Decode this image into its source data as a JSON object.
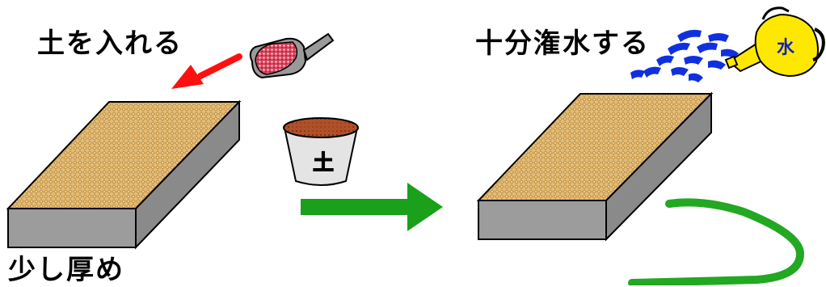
{
  "labels": {
    "add_soil": "土を入れる",
    "water_thoroughly": "十分潅水する",
    "slightly_thick": "少し厚め"
  },
  "bucket": {
    "label": "土"
  },
  "watering_can": {
    "label": "水"
  },
  "colors": {
    "soil_surface": "#d8b070",
    "box_side": "#9a9a9a",
    "arrow_red": "#ff1010",
    "arrow_green": "#1aa01a",
    "hose_green": "#22a822",
    "water_blue": "#1030e0",
    "can_yellow": "#ffe800"
  }
}
